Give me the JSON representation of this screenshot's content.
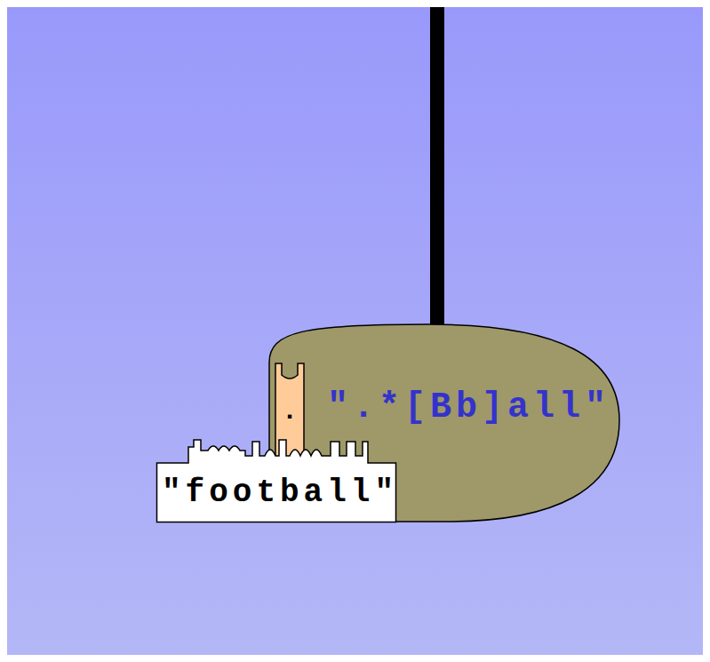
{
  "diagram": {
    "nodes": [
      {
        "text": [
          "\".*[Bb]all\""
        ]
      },
      {
        "text": [
          "."
        ],
        "in": 0
      },
      {
        "text": [
          "\"football\""
        ]
      }
    ]
  }
}
